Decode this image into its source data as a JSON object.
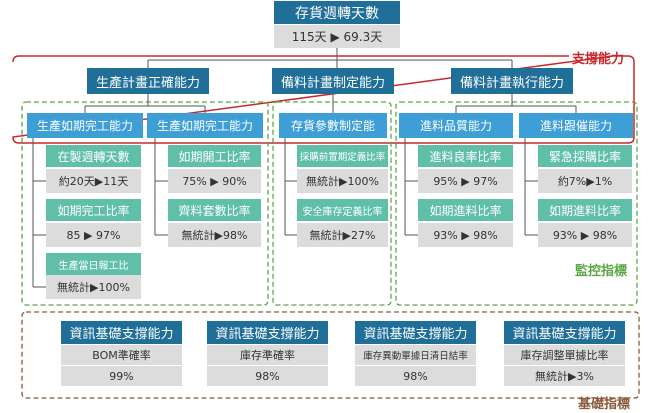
{
  "top": {
    "title": "存貨週轉天數",
    "value": "115天 ▶ 69.3天"
  },
  "labels": {
    "support": "支撐能力",
    "monitor": "監控指標",
    "base": "基礎指標"
  },
  "capabilities": {
    "production": "生產計畫正確能力",
    "material_plan": "備料計畫制定能力",
    "material_exec": "備料計畫執行能力"
  },
  "sub": {
    "p1": "生產如期完工能力",
    "p2": "生產如期完工能力",
    "m1": "存貨參數制定能",
    "e1": "進料品質能力",
    "e2": "進料跟催能力"
  },
  "metrics": {
    "p1": [
      {
        "label": "在製週轉天數",
        "value": "約20天▶11天"
      },
      {
        "label": "如期完工比率",
        "value": "85 ▶ 97%"
      },
      {
        "label": "生產當日報工比",
        "value": "無統計▶100%"
      }
    ],
    "p2": [
      {
        "label": "如期開工比率",
        "value": "75% ▶ 90%"
      },
      {
        "label": "齊料套數比率",
        "value": "無統計▶98%"
      }
    ],
    "m1": [
      {
        "label": "採購前置期定義比率",
        "value": "無統計▶100%"
      },
      {
        "label": "安全庫存定義比率",
        "value": "無統計▶27%"
      }
    ],
    "e1": [
      {
        "label": "進料良率比率",
        "value": "95% ▶ 97%"
      },
      {
        "label": "如期進料比率",
        "value": "93% ▶ 98%"
      }
    ],
    "e2": [
      {
        "label": "緊急採購比率",
        "value": "約7%▶1%"
      },
      {
        "label": "如期進料比率",
        "value": "93% ▶ 98%"
      }
    ]
  },
  "base": [
    {
      "title": "資訊基礎支撐能力",
      "label": "BOM準確率",
      "value": "99%"
    },
    {
      "title": "資訊基礎支撐能力",
      "label": "庫存準確率",
      "value": "98%"
    },
    {
      "title": "資訊基礎支撐能力",
      "label": "庫存異動單據日清日結率",
      "value": "98%"
    },
    {
      "title": "資訊基礎支撐能力",
      "label": "庫存調整單據比率",
      "value": "無統計▶3%"
    }
  ],
  "colors": {
    "navy": "#1f6f98",
    "blue": "#3e9fd6",
    "teal": "#5fbfa8",
    "gray": "#dcdcdc",
    "support_frame": "#c8282d",
    "monitor_frame": "#5aa845",
    "base_frame": "#8a5a3c"
  }
}
